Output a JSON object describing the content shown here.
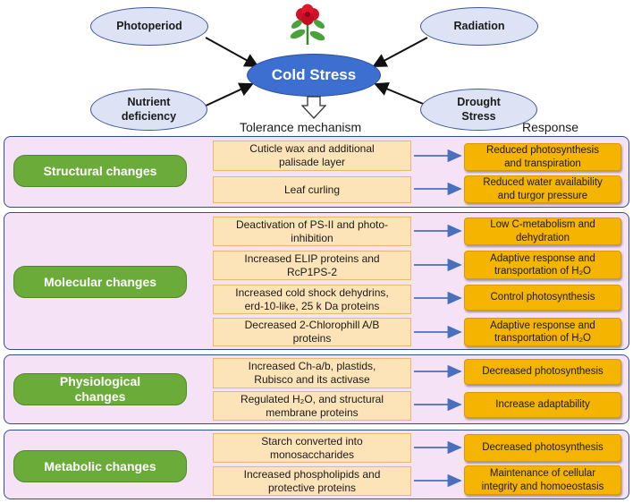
{
  "top": {
    "center": "Cold Stress",
    "photoperiod": "Photoperiod",
    "radiation": "Radiation",
    "nutrient": [
      "Nutrient",
      "deficiency"
    ],
    "drought": [
      "Drought",
      "Stress"
    ]
  },
  "headers": {
    "tolerance": "Tolerance mechanism",
    "response": "Response"
  },
  "sections": [
    {
      "title": [
        "Structural changes"
      ],
      "rows": [
        {
          "mech": [
            "Cuticle wax and additional",
            "palisade layer"
          ],
          "resp": [
            "Reduced photosynthesis",
            "and transpiration"
          ]
        },
        {
          "mech": [
            "Leaf curling"
          ],
          "resp": [
            "Reduced water availability",
            "and turgor pressure"
          ]
        }
      ]
    },
    {
      "title": [
        "Molecular changes"
      ],
      "rows": [
        {
          "mech": [
            "Deactivation of PS-II and photo-",
            "inhibition"
          ],
          "resp": [
            "Low C-metabolism and",
            "dehydration"
          ]
        },
        {
          "mech": [
            "Increased ELIP proteins and",
            "RcP1PS-2"
          ],
          "resp": [
            "Adaptive response and",
            "transportation of H₂O"
          ]
        },
        {
          "mech": [
            "Increased cold shock dehydrins,",
            "erd-10-like, 25 k Da proteins"
          ],
          "resp": [
            "Control photosynthesis"
          ]
        },
        {
          "mech": [
            "Decreased 2-Chlorophill A/B",
            "proteins"
          ],
          "resp": [
            "Adaptive response and",
            "transportation of H₂O"
          ]
        }
      ]
    },
    {
      "title": [
        "Physiological",
        "changes"
      ],
      "rows": [
        {
          "mech": [
            "Increased Ch-a/b, plastids,",
            "Rubisco and its activase"
          ],
          "resp": [
            "Decreased photosynthesis"
          ]
        },
        {
          "mech": [
            "Regulated H₂O, and structural",
            "membrane proteins"
          ],
          "resp": [
            "Increase adaptability"
          ]
        }
      ]
    },
    {
      "title": [
        "Metabolic changes"
      ],
      "rows": [
        {
          "mech": [
            "Starch converted into",
            "monosaccharides"
          ],
          "resp": [
            "Decreased photosynthesis"
          ]
        },
        {
          "mech": [
            "Increased phospholipids and",
            "protective proteins"
          ],
          "resp": [
            "Maintenance of cellular",
            "integrity and homoeostasis"
          ]
        }
      ]
    }
  ],
  "colors": {
    "section_bg": "#f6e2f6",
    "section_border": "#2f4f8f",
    "pill": "#6bab3a",
    "mechanism_box": "#fde3b8",
    "response_box": "#f5b400",
    "center": "#3d6fd1",
    "factor_ellipse": "#dde3f5",
    "arrow": "#4a6fbd"
  },
  "icons": [
    "rose-flower-icon"
  ]
}
